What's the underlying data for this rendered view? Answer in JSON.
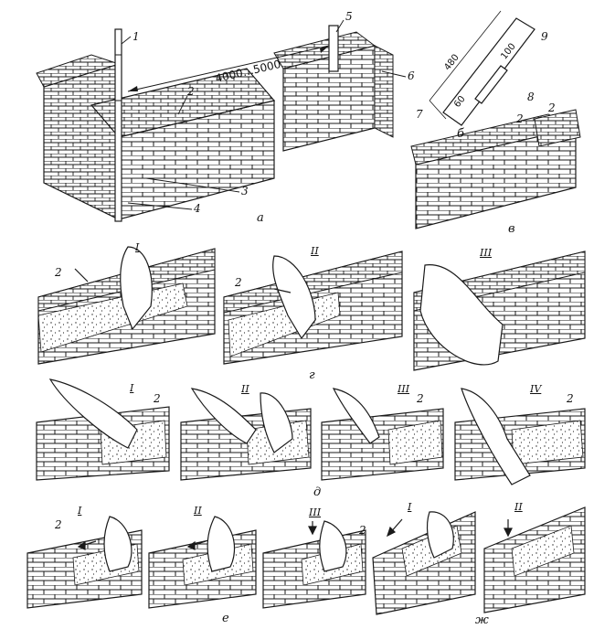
{
  "panels": {
    "a": {
      "letter": "а",
      "dimension": "4000…5000",
      "callouts": [
        "1",
        "2",
        "3",
        "4",
        "5",
        "6"
      ]
    },
    "b": {
      "letter": "б",
      "dims": [
        "480",
        "100",
        "60"
      ],
      "callouts": [
        "7",
        "8",
        "9",
        "2"
      ]
    },
    "v": {
      "letter": "в",
      "callouts": [
        "2"
      ]
    },
    "g": {
      "letter": "г",
      "steps": [
        "I",
        "II",
        "III"
      ],
      "callouts": [
        "2",
        "2"
      ]
    },
    "d": {
      "letter": "д",
      "steps": [
        "I",
        "II",
        "III",
        "IV"
      ],
      "callouts": [
        "2",
        "2",
        "2"
      ]
    },
    "e": {
      "letter": "е",
      "steps": [
        "I",
        "II",
        "III"
      ],
      "callouts": [
        "2",
        "2"
      ]
    },
    "zh": {
      "letter": "ж",
      "steps": [
        "I",
        "II"
      ]
    }
  },
  "colors": {
    "ink": "#1a1a1a",
    "paper": "#ffffff"
  }
}
